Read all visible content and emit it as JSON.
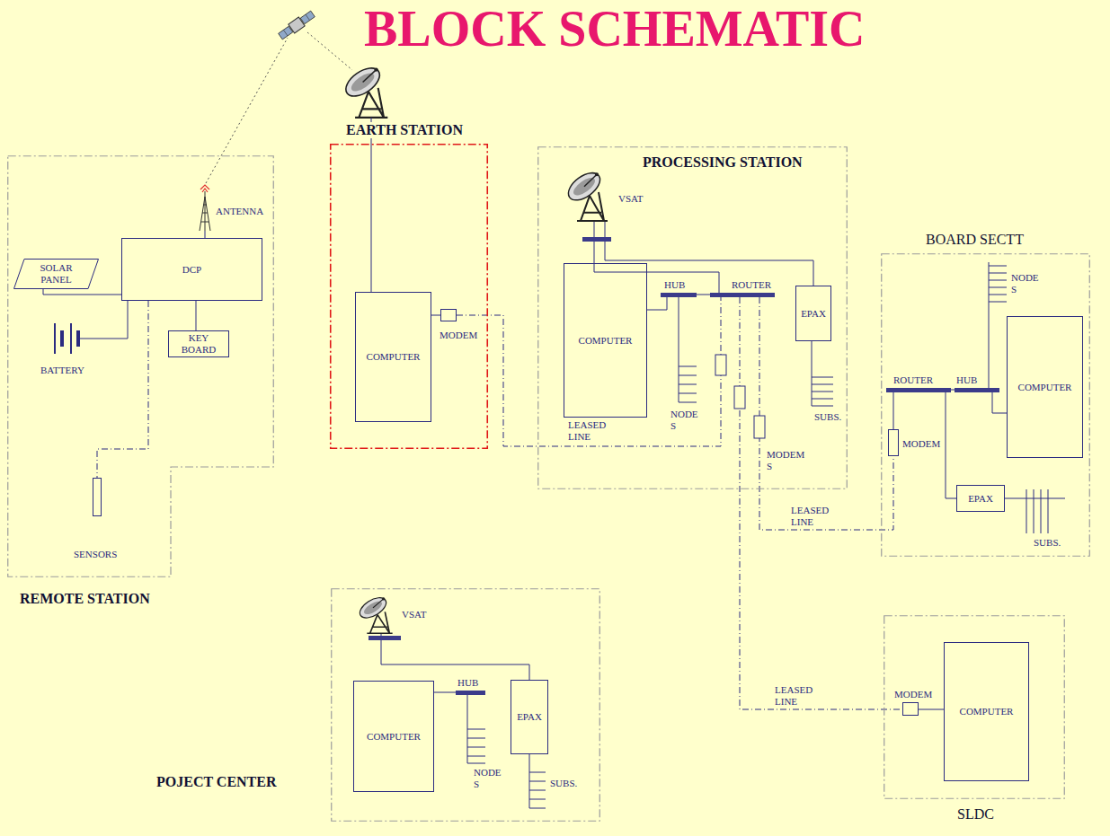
{
  "diagram": {
    "title": "BLOCK SCHEMATIC",
    "nodes": [
      {
        "text": [
          "REMOTE STATION"
        ]
      },
      {
        "text": [
          "SOLAR PANEL"
        ],
        "in": 0
      },
      {
        "text": [
          "DCP"
        ],
        "in": 0
      },
      {
        "text": [
          "BATTERY"
        ],
        "in": 0
      },
      {
        "text": [
          "KEY BOARD"
        ],
        "in": 0
      },
      {
        "text": [
          "ANTENNA"
        ],
        "in": 0
      },
      {
        "text": [
          "SENSORS"
        ],
        "in": 0
      },
      {
        "text": [
          "EARTH STATION"
        ]
      },
      {
        "text": [
          "COMPUTER"
        ],
        "in": 7
      },
      {
        "text": [
          "MODEM"
        ],
        "in": 7
      },
      {
        "text": [
          "PROCESSING STATION"
        ]
      },
      {
        "text": [
          "VSAT"
        ],
        "in": 10
      },
      {
        "text": [
          "COMPUTER"
        ],
        "in": 10
      },
      {
        "text": [
          "HUB"
        ],
        "in": 10
      },
      {
        "text": [
          "ROUTER"
        ],
        "in": 10
      },
      {
        "text": [
          "EPAX"
        ],
        "in": 10
      },
      {
        "text": [
          "BOARD SECTT"
        ]
      },
      {
        "text": [
          "ROUTER"
        ],
        "in": 16
      },
      {
        "text": [
          "HUB"
        ],
        "in": 16
      },
      {
        "text": [
          "COMPUTER"
        ],
        "in": 16
      },
      {
        "text": [
          "MODEM"
        ],
        "in": 16
      },
      {
        "text": [
          "EPAX"
        ],
        "in": 16
      },
      {
        "text": [
          "POJECT CENTER"
        ]
      },
      {
        "text": [
          "VSAT"
        ],
        "in": 22
      },
      {
        "text": [
          "COMPUTER"
        ],
        "in": 22
      },
      {
        "text": [
          "HUB"
        ],
        "in": 22
      },
      {
        "text": [
          "EPAX"
        ],
        "in": 22
      },
      {
        "text": [
          "SLDC"
        ]
      },
      {
        "text": [
          "MODEM"
        ],
        "in": 27
      },
      {
        "text": [
          "COMPUTER"
        ],
        "in": 27
      }
    ],
    "edges": [
      {
        "from": 1,
        "to": 2,
        "arrow": "none"
      },
      {
        "from": 3,
        "to": 2,
        "arrow": "none"
      },
      {
        "from": 2,
        "to": 4,
        "arrow": "none"
      },
      {
        "from": 2,
        "to": 5,
        "arrow": "none"
      },
      {
        "from": 2,
        "to": 6,
        "arrow": "none"
      },
      {
        "from": 8,
        "to": 9,
        "arrow": "none"
      },
      {
        "from": 9,
        "to": 14,
        "label": "LEASED LINE",
        "arrow": "none"
      },
      {
        "from": 11,
        "to": 14,
        "arrow": "none"
      },
      {
        "from": 11,
        "to": 15,
        "arrow": "none"
      },
      {
        "from": 12,
        "to": 13,
        "arrow": "none"
      },
      {
        "from": 13,
        "to": 14,
        "arrow": "none"
      },
      {
        "from": 14,
        "to": 20,
        "label": "LEASED LINE",
        "arrow": "none"
      },
      {
        "from": 14,
        "to": 28,
        "label": "LEASED LINE",
        "arrow": "none"
      },
      {
        "from": 17,
        "to": 18,
        "arrow": "none"
      },
      {
        "from": 18,
        "to": 19,
        "arrow": "none"
      },
      {
        "from": 17,
        "to": 20,
        "arrow": "none"
      },
      {
        "from": 17,
        "to": 21,
        "arrow": "none"
      },
      {
        "from": 23,
        "to": 26,
        "arrow": "none"
      },
      {
        "from": 24,
        "to": 25,
        "arrow": "none"
      },
      {
        "from": 28,
        "to": 29,
        "arrow": "none"
      }
    ],
    "labels": [
      "NODE S",
      "SUBS.",
      "MODEM S",
      "NODE S",
      "SUBS.",
      "NODE S",
      "SUBS."
    ]
  }
}
